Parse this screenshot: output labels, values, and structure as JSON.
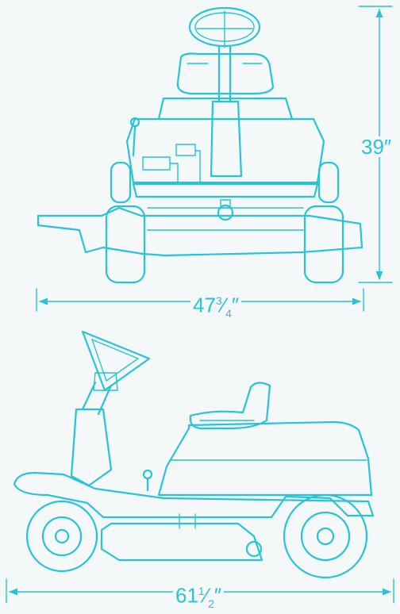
{
  "dimensions": {
    "height": "39″",
    "width_whole": "47",
    "width_fraction_num": "3",
    "width_fraction_den": "4",
    "width_inch_mark": "″",
    "length_whole": "61",
    "length_fraction_num": "1",
    "length_fraction_den": "2",
    "length_inch_mark": "″"
  },
  "colors": {
    "line": "#27c3d6",
    "background": "#f5f8f8"
  }
}
